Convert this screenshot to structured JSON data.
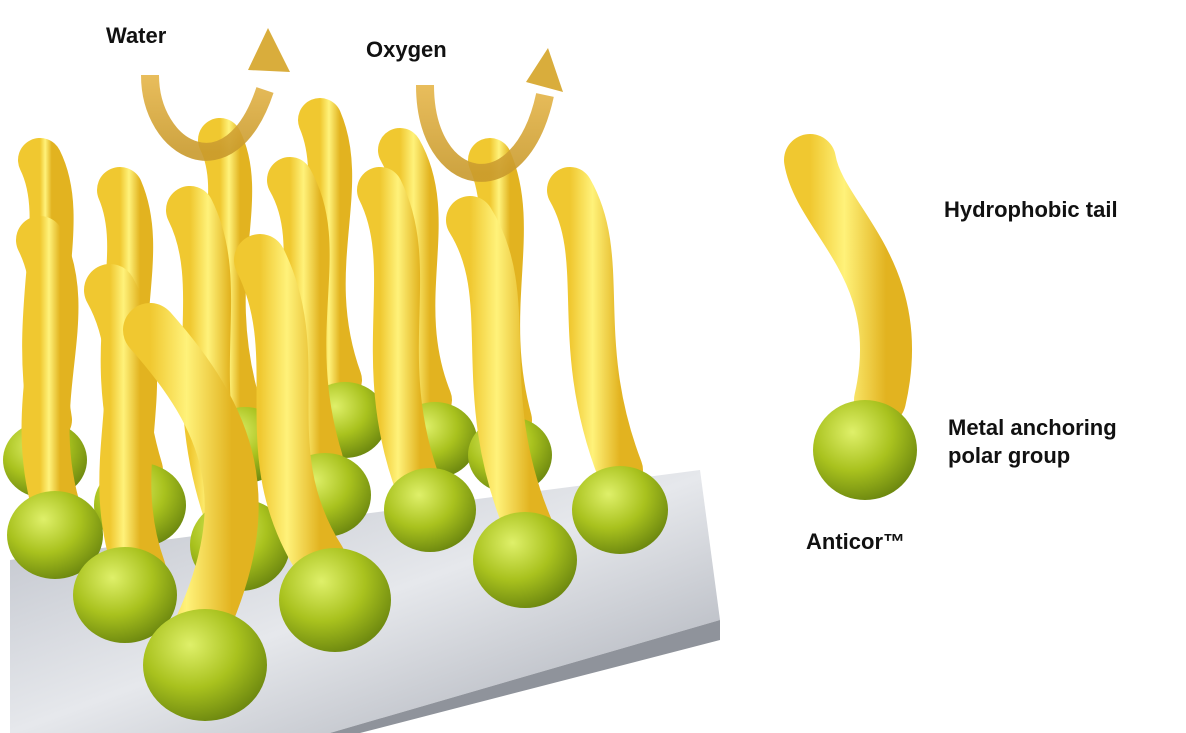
{
  "labels": {
    "water": "Water",
    "oxygen": "Oxygen",
    "hydrophobic_tail": "Hydrophobic tail",
    "polar_group_line1": "Metal anchoring",
    "polar_group_line2": "polar group",
    "brand": "Anticor™"
  },
  "colors": {
    "tail": "#f4dc3a",
    "head": "#a9c21e",
    "arrow": "#d9ad3c",
    "metal_plate": "#c8ccd4"
  },
  "icons": [
    "water-repel-arrow",
    "oxygen-repel-arrow"
  ]
}
